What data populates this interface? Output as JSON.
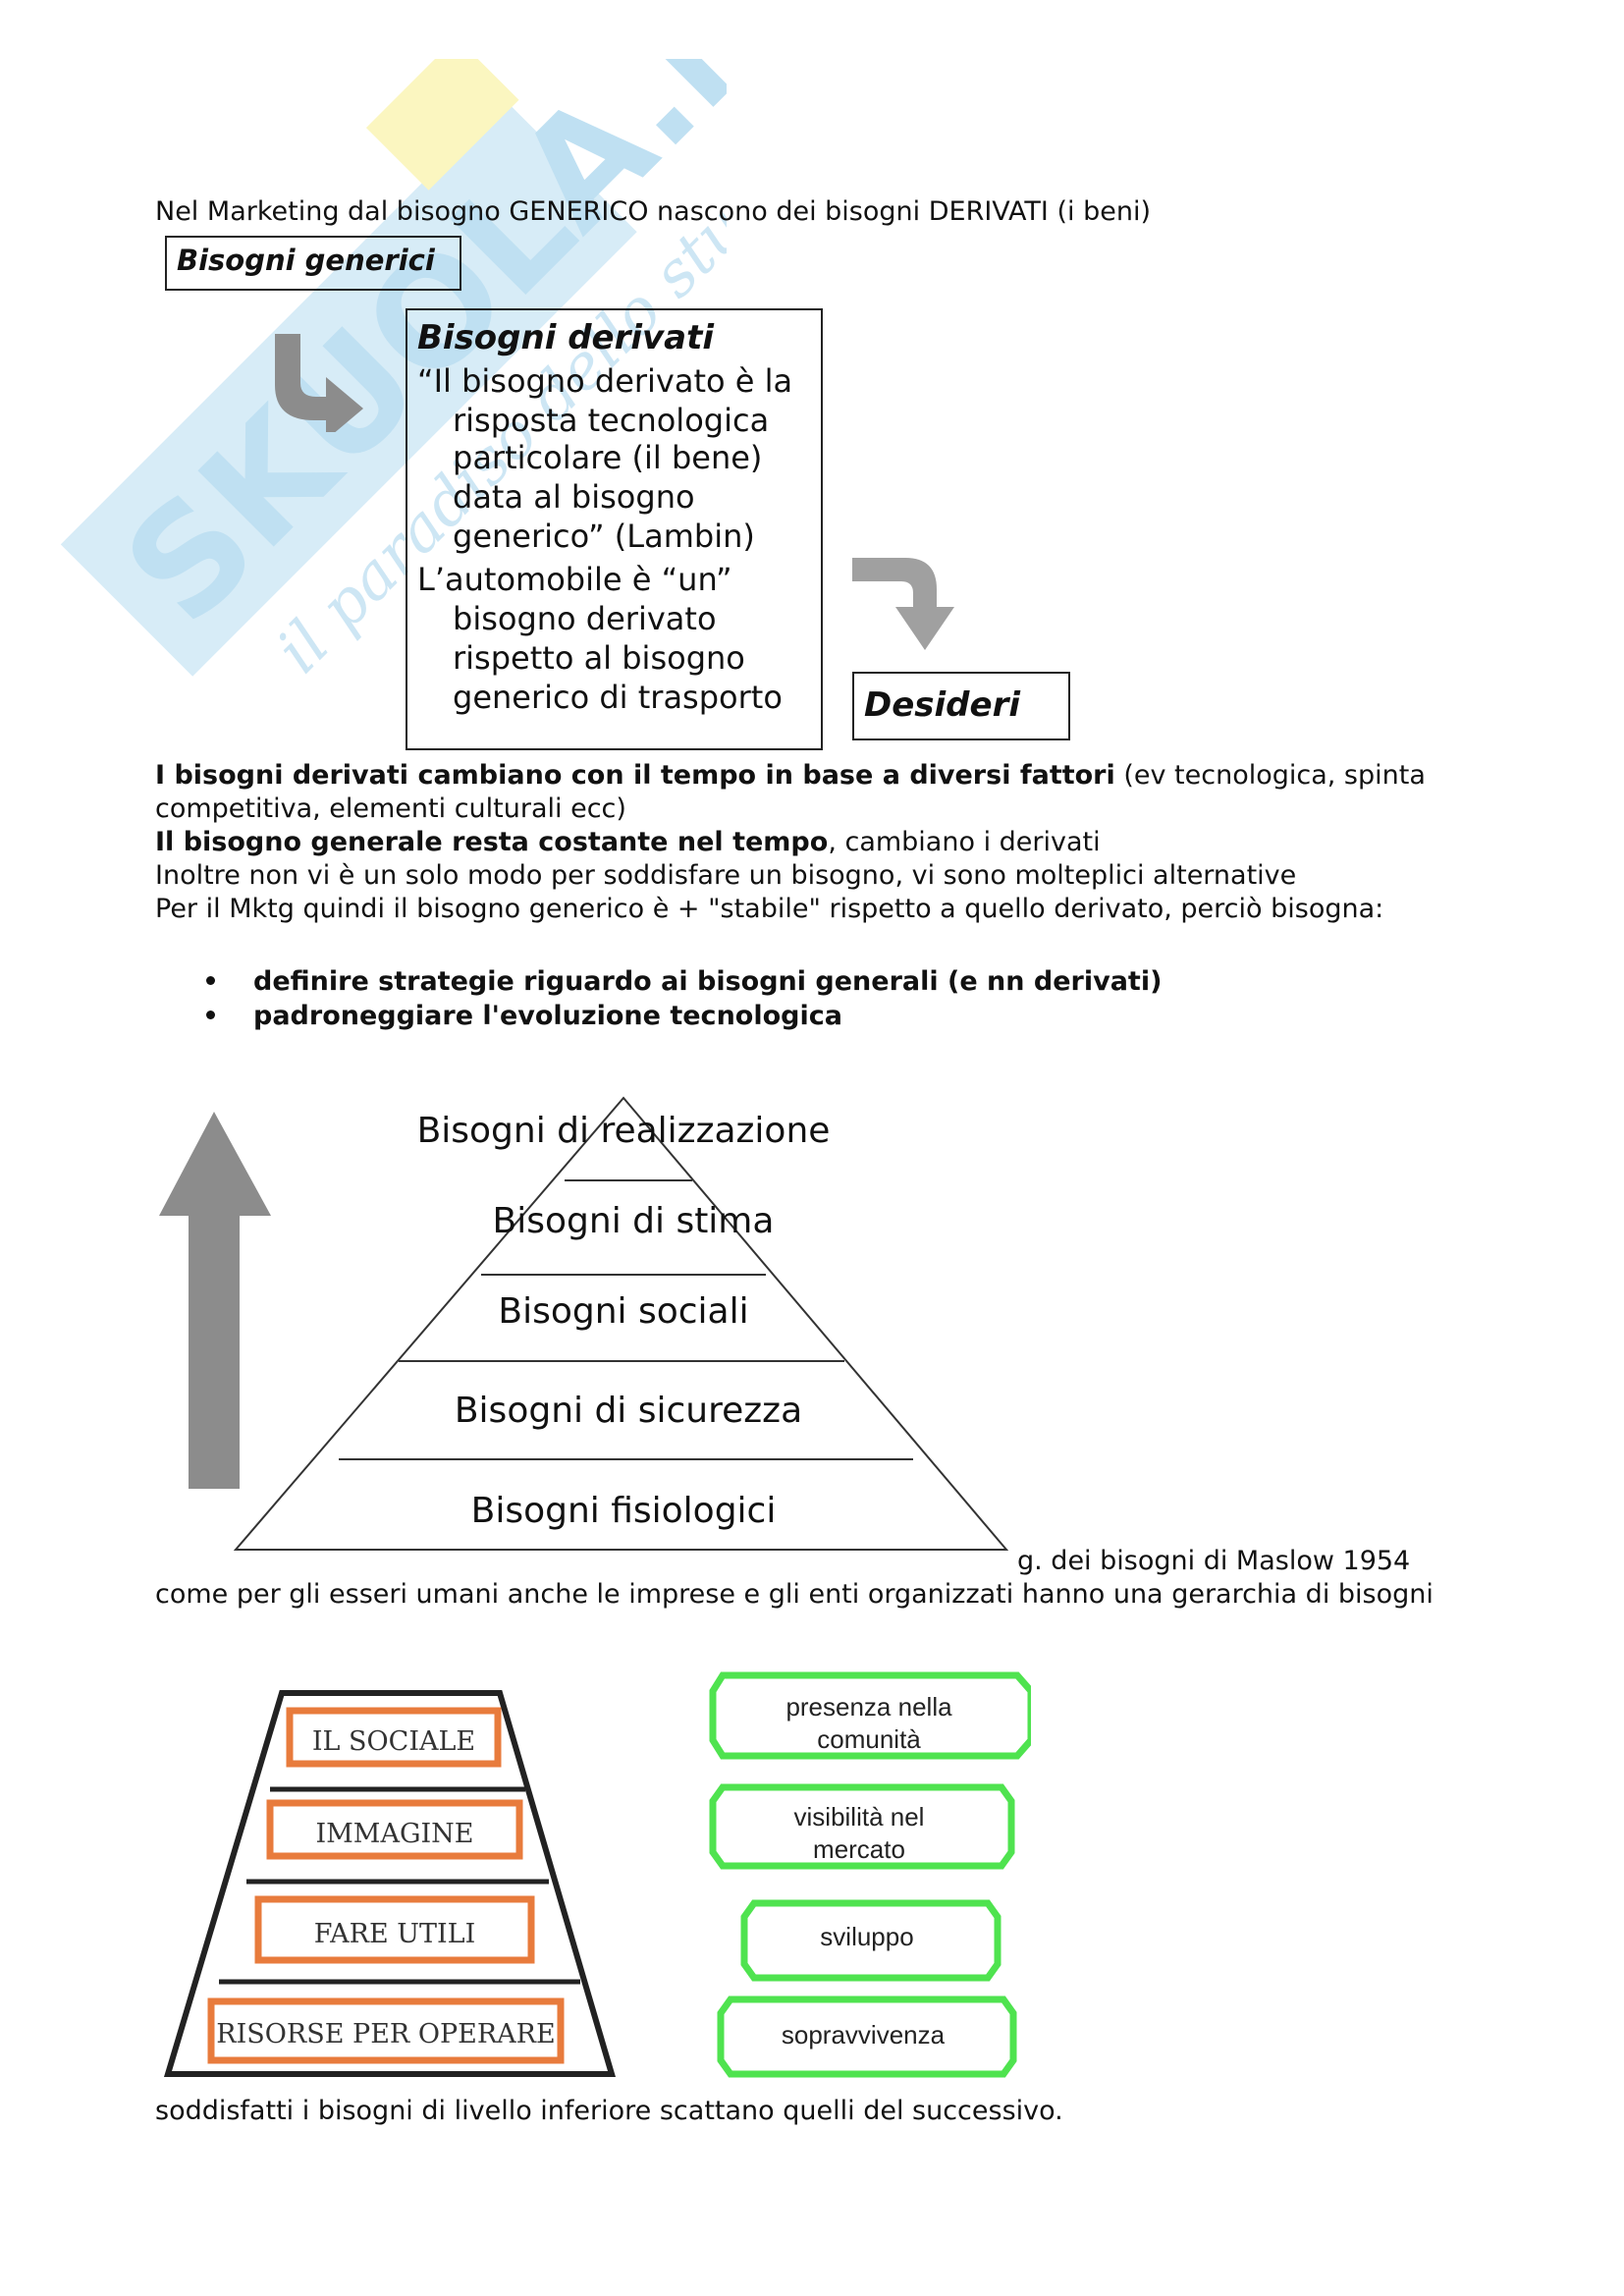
{
  "watermark": {
    "brand": "SKUOLA.net",
    "slogan": "il paradiso dello studente"
  },
  "intro": "Nel Marketing dal bisogno GENERICO nascono dei bisogni DERIVATI (i beni)",
  "diagram1": {
    "generic_box": "Bisogni generici",
    "derived_box": {
      "title": "Bisogni derivati",
      "lines": [
        "“Il bisogno derivato è la",
        "risposta tecnologica",
        "particolare (il bene)",
        "data al bisogno",
        "generico” (Lambin)",
        "L’automobile è “un”",
        "bisogno derivato",
        "rispetto al bisogno",
        "generico di trasporto"
      ]
    },
    "desires_box": "Desideri"
  },
  "paragraphs": {
    "p1_bold": "I bisogni derivati cambiano con il tempo in base a diversi fattori",
    "p1_rest": " (ev tecnologica, spinta",
    "p1_line2": "competitiva, elementi culturali ecc)",
    "p2_bold": "Il bisogno generale resta costante nel tempo",
    "p2_rest": ", cambiano i derivati",
    "p3": "Inoltre non vi è un solo modo per soddisfare un bisogno, vi sono molteplici alternative",
    "p4": "Per il Mktg quindi il bisogno generico è + \"stabile\" rispetto a quello derivato, perciò bisogna:"
  },
  "bullets": [
    "definire strategie riguardo ai bisogni generali (e nn derivati)",
    "padroneggiare l'evoluzione tecnologica"
  ],
  "maslow": {
    "levels": [
      "Bisogni di realizzazione",
      "Bisogni di stima",
      "Bisogni sociali",
      "Bisogni di sicurezza",
      "Bisogni fisiologici"
    ],
    "caption": "g. dei bisogni di Maslow 1954",
    "after": "come per gli esseri umani anche le imprese e gli enti organizzati hanno una gerarchia di bisogni"
  },
  "org_pyramid": {
    "levels": [
      "IL SOCIALE",
      "IMMAGINE",
      "FARE UTILI",
      "RISORSE PER OPERARE"
    ],
    "green_boxes": [
      [
        "presenza nella",
        "comunità"
      ],
      [
        "visibilità nel",
        "mercato"
      ],
      [
        "sviluppo"
      ],
      [
        "sopravvivenza"
      ]
    ]
  },
  "closing": "soddisfatti i bisogni di livello inferiore scattano quelli del successivo.",
  "colors": {
    "orange": "#e87b3c",
    "green": "#4fe34f",
    "arrow_gray": "#8c8c8c",
    "watermark_blue": "#bfe0f2",
    "watermark_yellow": "#fbf6b0"
  }
}
